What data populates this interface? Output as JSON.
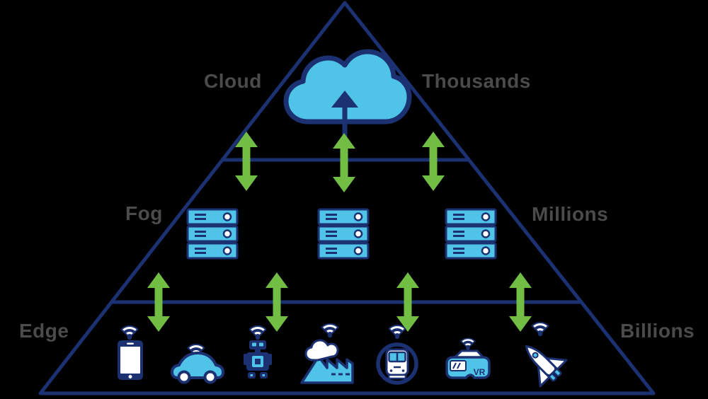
{
  "diagram": {
    "description": "Cloud - Fog - Edge IoT pyramid",
    "layers": [
      {
        "id": "cloud",
        "label": "Cloud",
        "scale_label": "Thousands"
      },
      {
        "id": "fog",
        "label": "Fog",
        "scale_label": "Millions"
      },
      {
        "id": "edge",
        "label": "Edge",
        "scale_label": "Billions"
      }
    ],
    "vr_badge": "VR"
  },
  "icons": [
    "cloud-upload-icon",
    "server-rack-icon",
    "double-arrow-icon",
    "wifi-signal-icon",
    "smartphone-icon",
    "connected-car-icon",
    "robot-icon",
    "factory-icon",
    "train-icon",
    "vr-headset-icon",
    "space-shuttle-icon"
  ],
  "colors": {
    "bg": "#000000",
    "navy": "#1c3172",
    "cyan": "#4fc4e8",
    "green": "#72bd44",
    "label": "#4b4b4d"
  }
}
